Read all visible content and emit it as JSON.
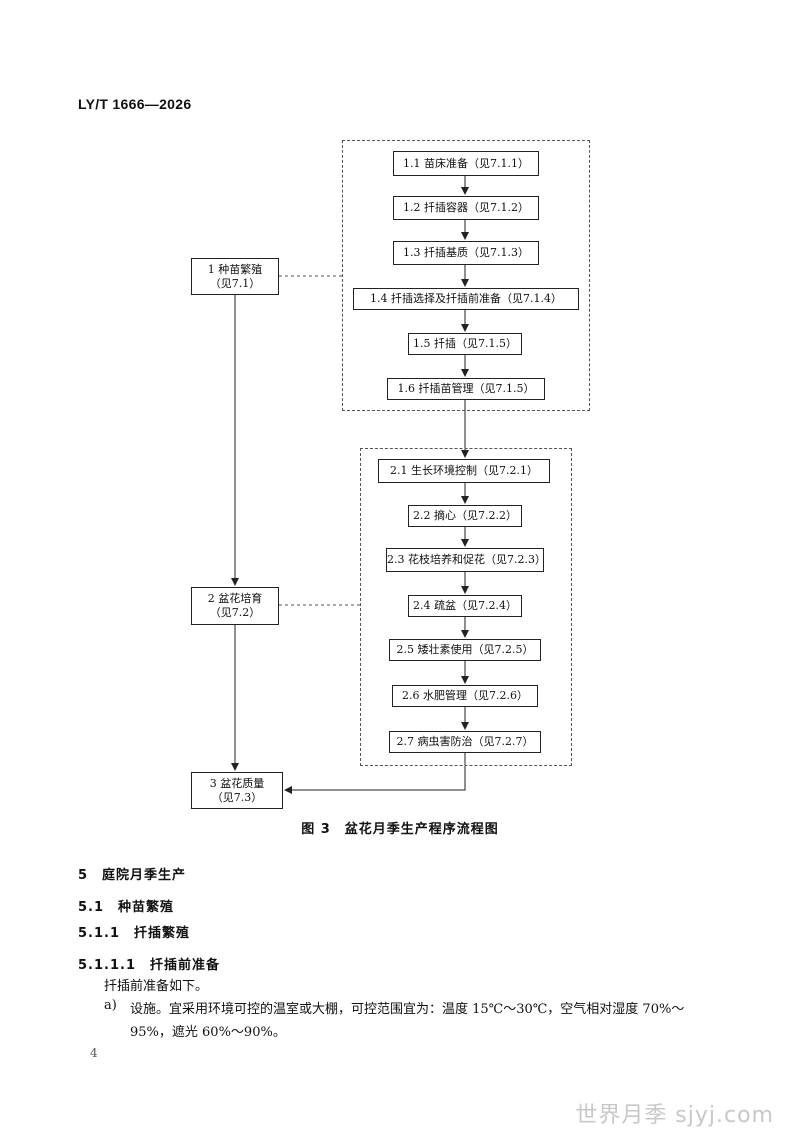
{
  "header": {
    "standard_code": "LY/T 1666—2026"
  },
  "flowchart": {
    "main_steps": [
      {
        "title": "1 种苗繁殖",
        "ref": "（见7.1）"
      },
      {
        "title": "2 盆花培育",
        "ref": "（见7.2）"
      },
      {
        "title": "3 盆花质量",
        "ref": "（见7.3）"
      }
    ],
    "group1": [
      "1.1 苗床准备（见7.1.1）",
      "1.2 扦插容器（见7.1.2）",
      "1.3 扦插基质（见7.1.3）",
      "1.4 扦插选择及扦插前准备（见7.1.4）",
      "1.5 扦插（见7.1.5）",
      "1.6 扦插苗管理（见7.1.5）"
    ],
    "group2": [
      "2.1 生长环境控制（见7.2.1）",
      "2.2 摘心（见7.2.2）",
      "2.3 花枝培养和促花（见7.2.3）",
      "2.4 疏盆（见7.2.4）",
      "2.5 矮壮素使用（见7.2.5）",
      "2.6 水肥管理（见7.2.6）",
      "2.7 病虫害防治（见7.2.7）"
    ],
    "caption": "图 3　盆花月季生产程序流程图"
  },
  "section5": {
    "heading": "5　庭院月季生产",
    "h51": "5.1　种苗繁殖",
    "h511": "5.1.1　扦插繁殖",
    "h5111": "5.1.1.1　扦插前准备",
    "intro": "扦插前准备如下。",
    "item_a_marker": "a)",
    "item_a_line1": "设施。宜采用环境可控的温室或大棚，可控范围宜为：温度 15℃～30℃，空气相对湿度 70%～",
    "item_a_line2": "95%，遮光 60%～90%。"
  },
  "footer": {
    "page_number": "4",
    "watermark": "世界月季 sjyj.com"
  }
}
